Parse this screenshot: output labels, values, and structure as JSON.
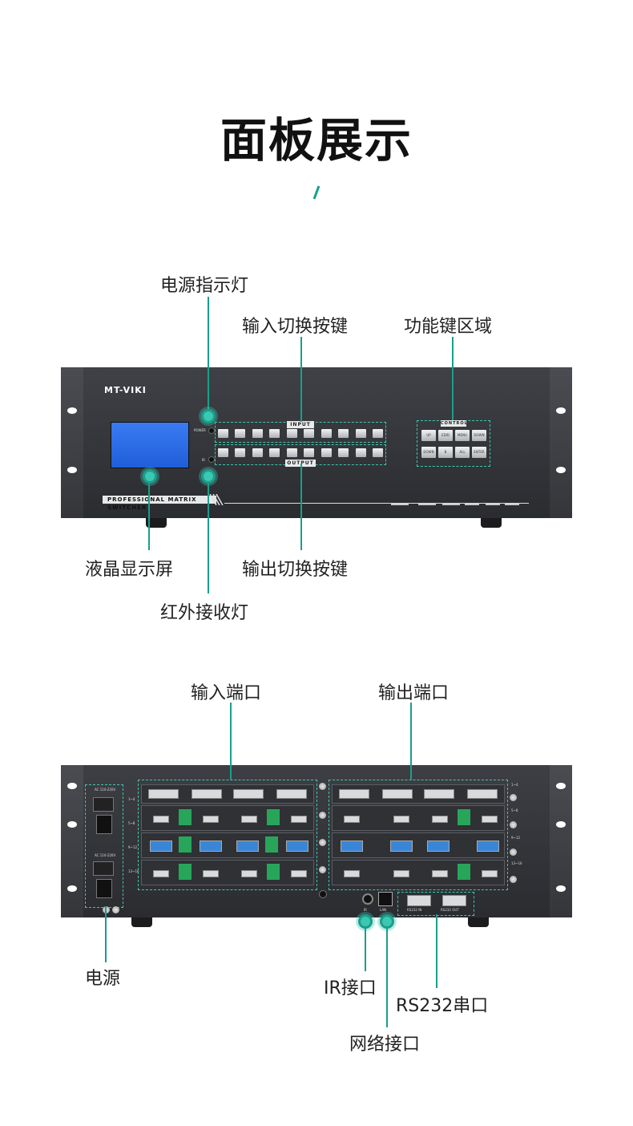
{
  "page": {
    "title": "面板展示"
  },
  "front": {
    "brand": "MT-VIKI",
    "model_plate": "PROFESSIONAL MATRIX SWITCHER",
    "input_tag": "INPUT",
    "output_tag": "OUTPUT",
    "control_tag": "CONTROL",
    "power_led_text": "POWER",
    "ir_led_text": "IR",
    "control_buttons": [
      "UP",
      "EDID",
      "MENU",
      "DOWN",
      "DOWN",
      "B",
      "ALL",
      "ENTER"
    ],
    "callouts": {
      "power_led": "电源指示灯",
      "input_keys": "输入切换按键",
      "function_keys": "功能键区域",
      "lcd": "液晶显示屏",
      "output_keys": "输出切换按键",
      "ir_led": "红外接收灯"
    }
  },
  "rear": {
    "callouts": {
      "input_ports": "输入端口",
      "output_ports": "输出端口",
      "power": "电源",
      "ir_port": "IR接口",
      "rs232": "RS232串口",
      "lan": "网络接口"
    },
    "port_labels": {
      "ir": "IR",
      "lan": "LAN",
      "rs232_in": "RS232 IN",
      "rs232_out": "RS232 OUT",
      "ac1": "AC 110-220V",
      "ac2": "AC 110-220V"
    },
    "row_labels_left": [
      "1~4",
      "5~8",
      "9~12",
      "13~16"
    ],
    "row_labels_right": [
      "1~4",
      "5~8",
      "9~12",
      "13~16"
    ]
  },
  "colors": {
    "accent": "#1a9e8c",
    "accent_light": "#3cc7b0",
    "lcd_blue": "#2f6ee6"
  }
}
